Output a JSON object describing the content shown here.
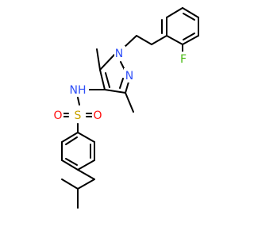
{
  "atoms": {
    "n1": "N",
    "n2": "N",
    "nh": "NH",
    "s": "S",
    "o1": "O",
    "o2": "O",
    "f": "F"
  },
  "colors": {
    "nitrogen": "#3050F8",
    "oxygen": "#FF0D0D",
    "sulfur": "#C8A200",
    "fluorine": "#4CBB17",
    "bond": "#000000"
  }
}
